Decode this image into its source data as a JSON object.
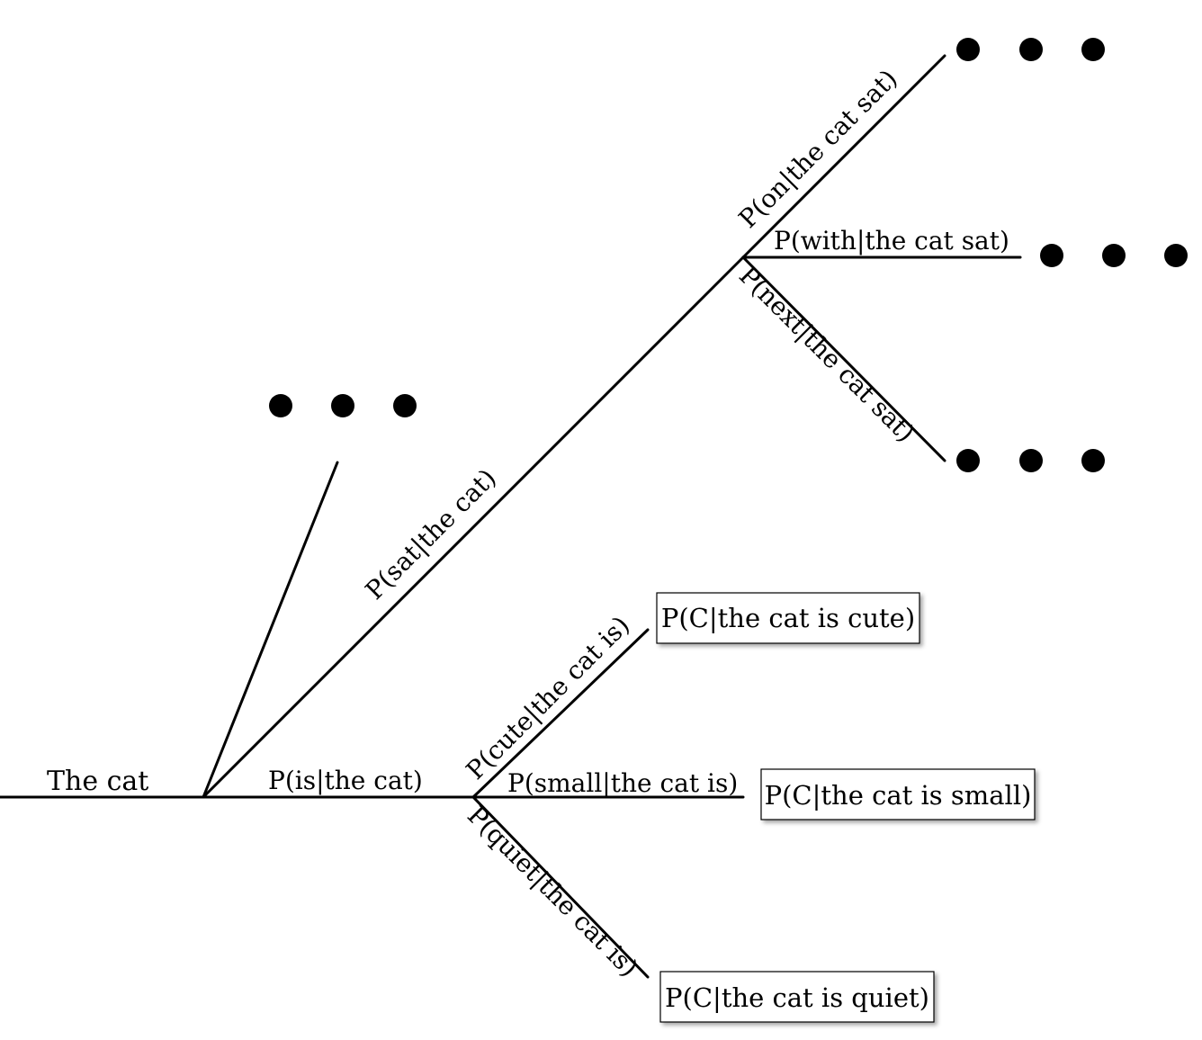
{
  "colors": {
    "line": "#000000",
    "root_line": "#e8553d",
    "background": "#ffffff"
  },
  "root": {
    "label": "The cat"
  },
  "edges": {
    "sat": "P(sat|the cat)",
    "is": "P(is|the cat)",
    "on": "P(on|the cat sat)",
    "with": "P(with|the cat sat)",
    "next": "P(next|the cat sat)",
    "cute": "P(cute|the cat is)",
    "small": "P(small|the cat is)",
    "quiet": "P(quiet|the cat is)"
  },
  "results": {
    "cute": "P(C|the cat is cute)",
    "small": "P(C|the cat is small)",
    "quiet": "P(C|the cat is quiet)"
  },
  "continuation_marker": "ellipsis-dots"
}
